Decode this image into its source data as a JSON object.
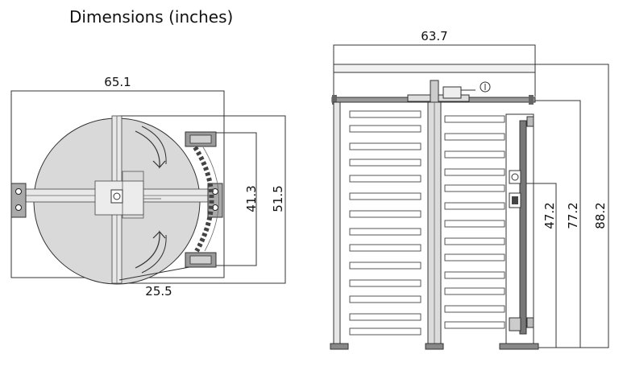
{
  "title": "Dimensions (inches)",
  "top_view": {
    "width": "65.1",
    "depth_inner": "41.3",
    "depth_outer": "51.5",
    "offset": "25.5"
  },
  "front_view": {
    "width": "63.7",
    "height_1": "47.2",
    "height_2": "77.2",
    "height_3": "88.2"
  },
  "colors": {
    "line": "#333333",
    "fill": "#d9d9d9",
    "dark": "#555555"
  }
}
